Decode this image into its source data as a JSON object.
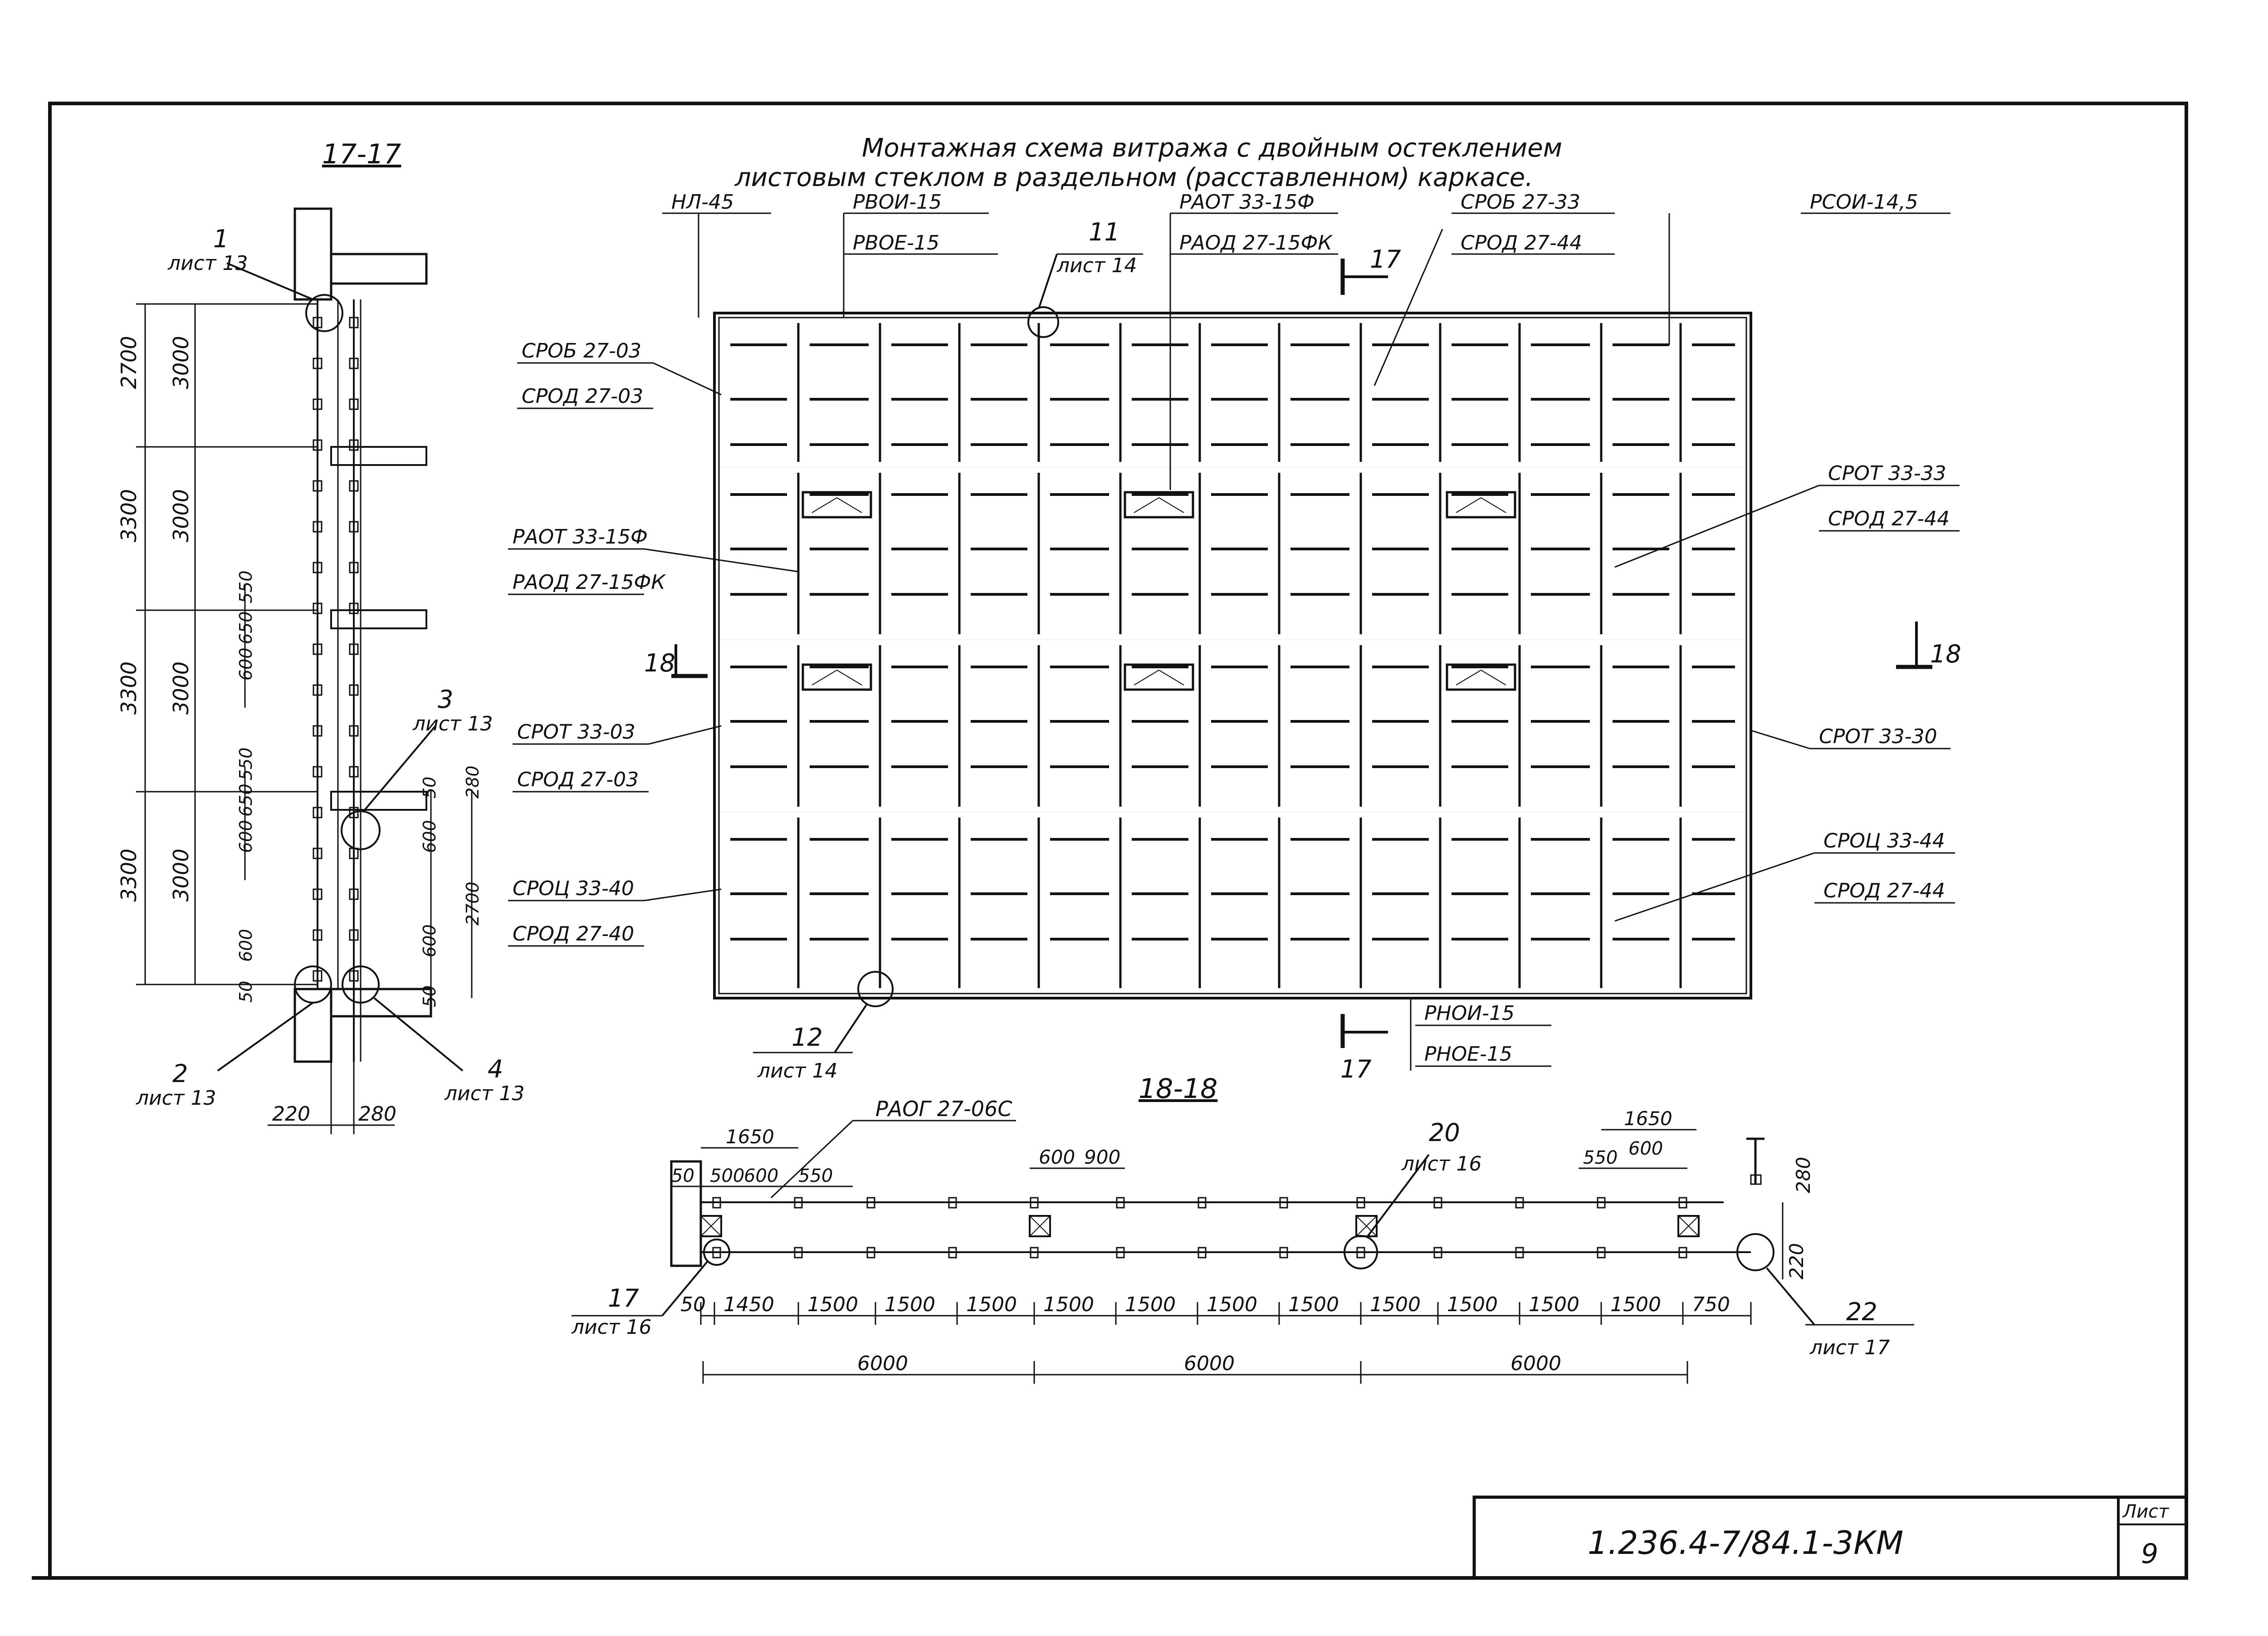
{
  "title": {
    "line1": "Монтажная схема витража с двойным остеклением",
    "line2": "листовым стеклом в раздельном (расставленном) каркасе."
  },
  "section_17": {
    "title": "17-17",
    "dims_outer": [
      "2700",
      "3300",
      "3300",
      "3300"
    ],
    "dims_inner": [
      "3000",
      "3000",
      "3000",
      "3000"
    ],
    "dims_small": [
      "550",
      "650",
      "600",
      "550",
      "650",
      "600",
      "600",
      "50",
      "280",
      "600",
      "2700",
      "600",
      "50",
      "50"
    ],
    "bottom_dims": [
      "220",
      "280"
    ],
    "callouts": [
      {
        "num": "1",
        "sheet": "лист 13"
      },
      {
        "num": "2",
        "sheet": "лист 13"
      },
      {
        "num": "3",
        "sheet": "лист 13"
      },
      {
        "num": "4",
        "sheet": "лист 13"
      }
    ]
  },
  "elevation": {
    "columns": 13,
    "rows": 4,
    "top_labels": [
      "НЛ-45",
      "РВОИ-15",
      "РВОЕ-15",
      "РАОТ 33-15Ф",
      "РАОД 27-15ФК",
      "СРОБ 27-33",
      "СРОД 27-44",
      "РСОИ-14,5"
    ],
    "left_labels": [
      "СРОБ 27-03",
      "СРОД 27-03",
      "РАОТ 33-15Ф",
      "РАОД 27-15ФК",
      "СРОТ 33-03",
      "СРОД 27-03",
      "СРОЦ 33-40",
      "СРОД 27-40"
    ],
    "right_labels": [
      "СРОТ 33-33",
      "СРОД 27-44",
      "СРОТ 33-30",
      "СРОЦ 33-44",
      "СРОД 27-44"
    ],
    "bottom_labels": [
      "РНОИ-15",
      "РНОЕ-15"
    ],
    "callouts": [
      {
        "num": "11",
        "sheet": "лист 14"
      },
      {
        "num": "12",
        "sheet": "лист 14"
      }
    ],
    "section_marks": [
      "17",
      "17",
      "18",
      "18"
    ]
  },
  "plan_18": {
    "title": "18-18",
    "label": "РАОГ 27-06С",
    "top_dims_left": [
      "1650",
      "50",
      "500",
      "600",
      "550"
    ],
    "top_dims_mid": [
      "600",
      "900"
    ],
    "top_dims_right": [
      "1650",
      "550",
      "600"
    ],
    "side_dims": [
      "280",
      "220"
    ],
    "bottom_dims": [
      "50",
      "1450",
      "1500",
      "1500",
      "1500",
      "1500",
      "1500",
      "1500",
      "1500",
      "1500",
      "1500",
      "1500",
      "1500",
      "750"
    ],
    "spans": [
      "6000",
      "6000",
      "6000"
    ],
    "callouts": [
      {
        "num": "17",
        "sheet": "лист 16"
      },
      {
        "num": "20",
        "sheet": "лист 16"
      },
      {
        "num": "22",
        "sheet": "лист 17"
      }
    ]
  },
  "title_block": {
    "code": "1.236.4-7/84.1-3КМ",
    "sheet_label": "Лист",
    "sheet_number": "9"
  }
}
